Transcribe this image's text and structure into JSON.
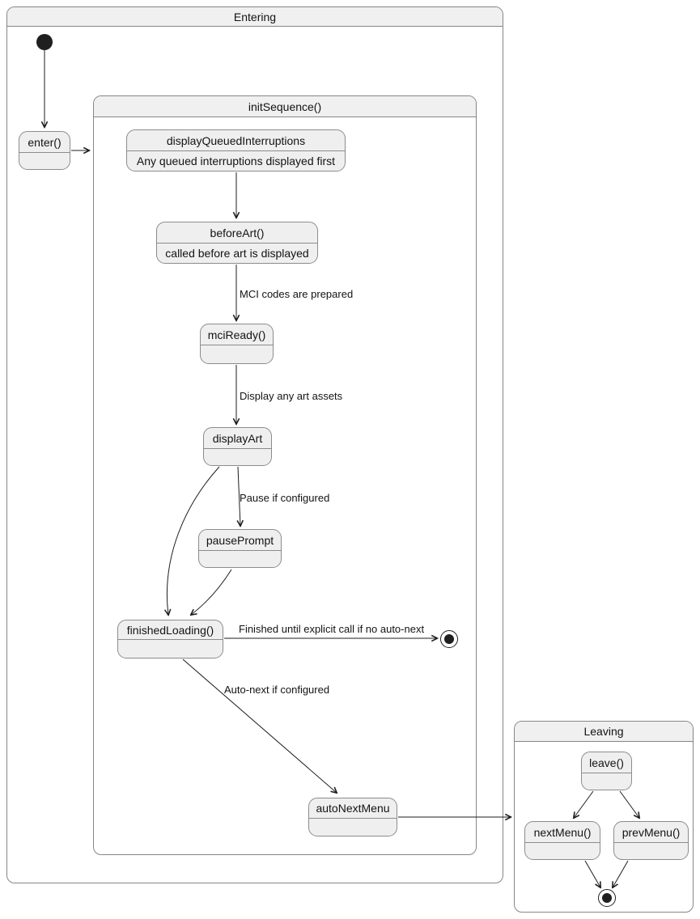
{
  "diagram": {
    "entering": {
      "title": "Entering"
    },
    "init_sequence": {
      "title": "initSequence()"
    },
    "leaving": {
      "title": "Leaving"
    },
    "states": {
      "enter": {
        "label": "enter()"
      },
      "display_queued_interruptions": {
        "label": "displayQueuedInterruptions",
        "description": "Any queued interruptions displayed first"
      },
      "before_art": {
        "label": "beforeArt()",
        "description": "called before art is displayed"
      },
      "mci_ready": {
        "label": "mciReady()"
      },
      "display_art": {
        "label": "displayArt"
      },
      "pause_prompt": {
        "label": "pausePrompt"
      },
      "finished_loading": {
        "label": "finishedLoading()"
      },
      "auto_next_menu": {
        "label": "autoNextMenu"
      },
      "leave": {
        "label": "leave()"
      },
      "next_menu": {
        "label": "nextMenu()"
      },
      "prev_menu": {
        "label": "prevMenu()"
      }
    },
    "edge_labels": {
      "mci_codes": "MCI codes are prepared",
      "display_art_assets": "Display any art assets",
      "pause_if_configured": "Pause if configured",
      "finished_until": "Finished until explicit call if no auto-next",
      "auto_next": "Auto-next if configured"
    },
    "colors": {
      "state_fill": "#efefef",
      "state_border": "#8c8c8c",
      "container_border": "#868686",
      "container_title_fill": "#f0f0f0",
      "arrow": "#1c1c1c",
      "text": "#131313",
      "node_black": "#1f1f1f"
    }
  }
}
